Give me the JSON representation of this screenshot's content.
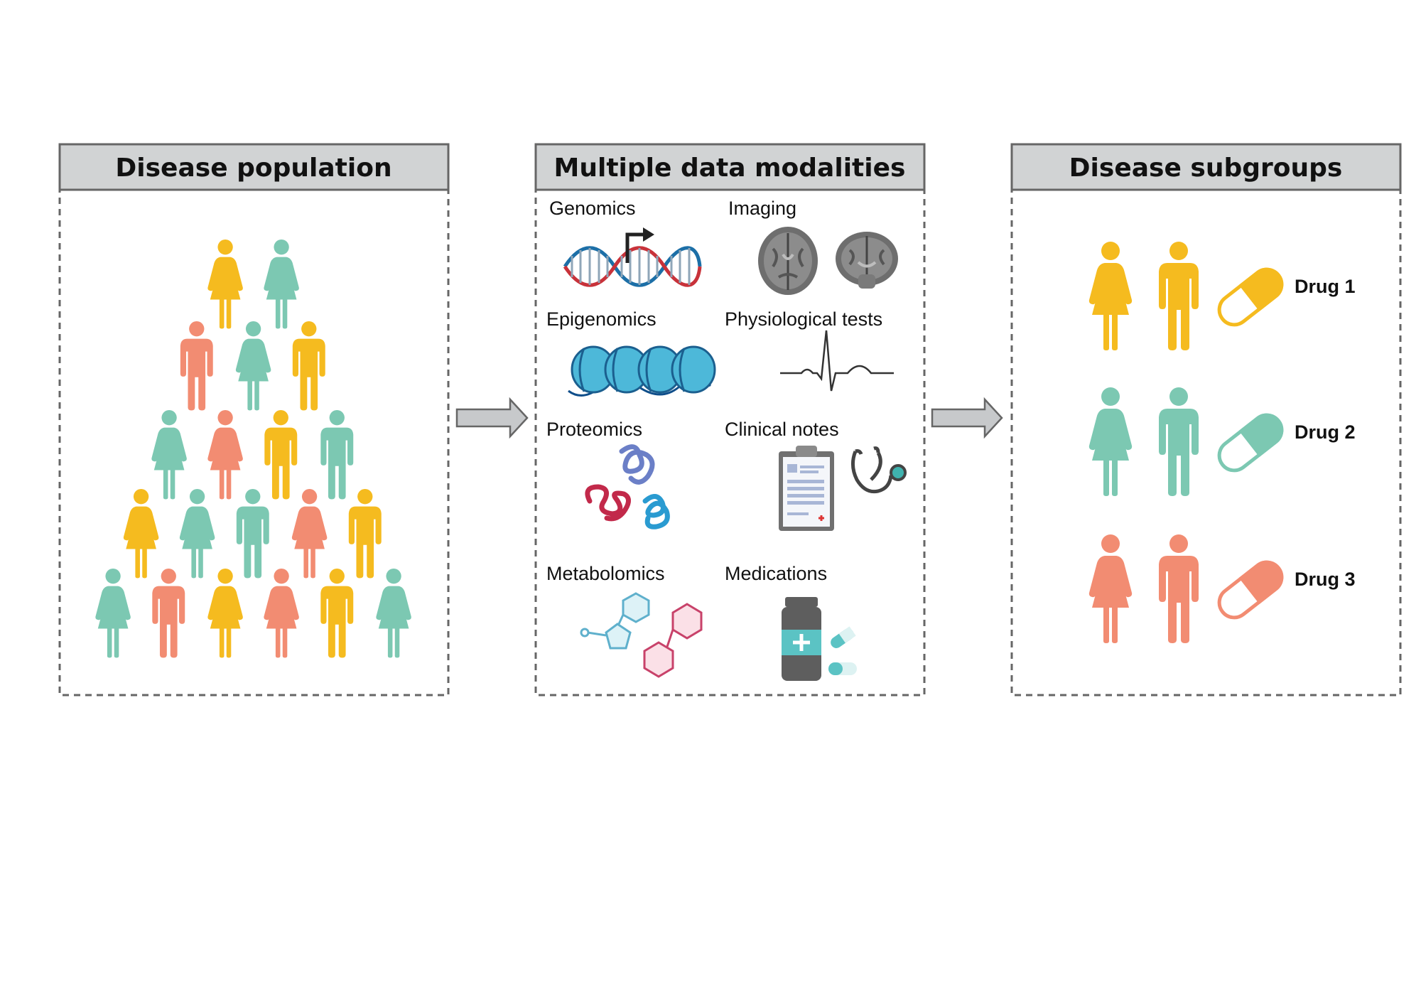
{
  "colors": {
    "yellow": "#F5BB1F",
    "teal": "#7CC8B2",
    "salmon": "#F28C72",
    "header_fill": "#D1D3D4",
    "border": "#666666",
    "arrow_fill": "#C7C9CB"
  },
  "panels": {
    "population": {
      "title": "Disease population"
    },
    "modalities": {
      "title": "Multiple data modalities"
    },
    "subgroups": {
      "title": "Disease subgroups"
    }
  },
  "modalities": [
    {
      "label": "Genomics",
      "icon": "dna-helix-icon"
    },
    {
      "label": "Imaging",
      "icon": "brain-scan-icon"
    },
    {
      "label": "Epigenomics",
      "icon": "nucleosome-icon"
    },
    {
      "label": "Physiological tests",
      "icon": "ecg-waveform-icon"
    },
    {
      "label": "Proteomics",
      "icon": "protein-icon"
    },
    {
      "label": "Clinical notes",
      "icon": "clipboard-stethoscope-icon"
    },
    {
      "label": "Metabolomics",
      "icon": "molecule-icon"
    },
    {
      "label": "Medications",
      "icon": "medicine-bottle-icon"
    }
  ],
  "population": {
    "rows": [
      [
        "yellow-female",
        "teal-female"
      ],
      [
        "salmon-male",
        "teal-female",
        "yellow-male"
      ],
      [
        "teal-female",
        "salmon-female",
        "yellow-male",
        "teal-male"
      ],
      [
        "yellow-female",
        "teal-female",
        "teal-male",
        "salmon-female",
        "yellow-male"
      ],
      [
        "teal-female",
        "salmon-male",
        "yellow-female",
        "salmon-female",
        "yellow-male",
        "teal-female"
      ]
    ]
  },
  "subgroups": [
    {
      "drug": "Drug 1",
      "color": "yellow"
    },
    {
      "drug": "Drug 2",
      "color": "teal"
    },
    {
      "drug": "Drug 3",
      "color": "salmon"
    }
  ]
}
